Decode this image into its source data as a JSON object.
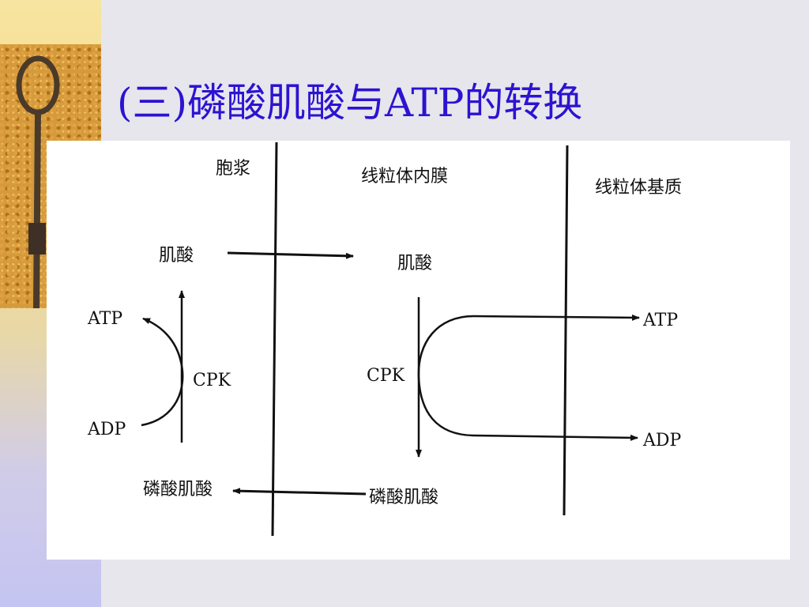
{
  "title": "(三)磷酸肌酸与ATP的转换",
  "regions": {
    "cytoplasm": "胞浆",
    "inner_membrane": "线粒体内膜",
    "matrix": "线粒体基质"
  },
  "left": {
    "creatine": "肌酸",
    "atp": "ATP",
    "cpk": "CPK",
    "adp": "ADP",
    "phosphocreatine": "磷酸肌酸"
  },
  "middle": {
    "creatine": "肌酸",
    "cpk": "CPK",
    "phosphocreatine": "磷酸肌酸"
  },
  "right": {
    "atp": "ATP",
    "adp": "ADP"
  },
  "colors": {
    "title": "#2c13d2",
    "background": "#e6e6ec",
    "panel": "#ffffff",
    "ink": "#111111"
  }
}
